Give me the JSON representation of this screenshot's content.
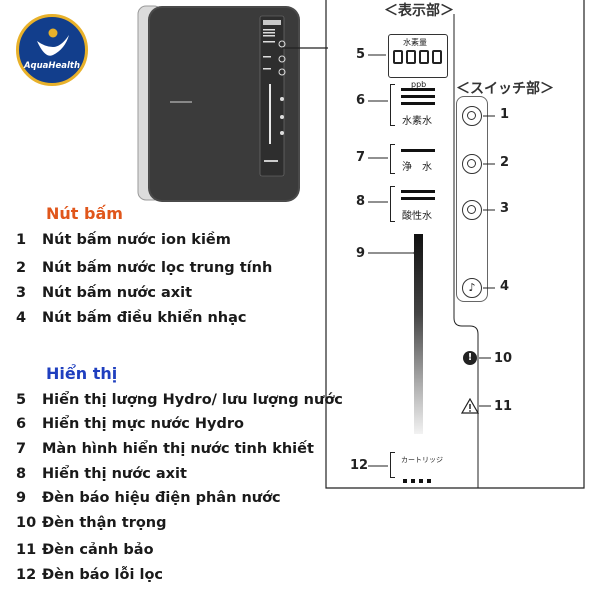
{
  "logo": {
    "text": "AquaHealth"
  },
  "legend": {
    "buttons_title": "Nút bấm",
    "buttons": [
      {
        "num": "1",
        "label": "Nút bấm nước ion kiềm"
      },
      {
        "num": "2",
        "label": "Nút bấm nước lọc trung tính"
      },
      {
        "num": "3",
        "label": "Nút bấm nước axit"
      },
      {
        "num": "4",
        "label": "Nút bấm điều khiển nhạc"
      }
    ],
    "display_title": "Hiển thị",
    "display": [
      {
        "num": "5",
        "label": "Hiển thị lượng Hydro/ lưu lượng nước"
      },
      {
        "num": "6",
        "label": "Hiển thị mực nước Hydro"
      },
      {
        "num": "7",
        "label": "Màn hình hiển thị nước tinh khiết"
      },
      {
        "num": "8",
        "label": "Hiển thị nước axit"
      },
      {
        "num": "9",
        "label": "Đèn báo hiệu điện phân nước"
      },
      {
        "num": "10",
        "label": "Đèn thận trọng"
      },
      {
        "num": "11",
        "label": "Đèn cảnh bảo"
      },
      {
        "num": "12",
        "label": "Đèn báo lỗi lọc"
      }
    ],
    "colors": {
      "buttons_title": "#e0561b",
      "display_title": "#1f3fbf"
    }
  },
  "panel": {
    "display_header": "＜表示部＞",
    "switch_header": "＜スイッチ部＞",
    "hydrogen_label": "水素量",
    "ppb_label": "ppb",
    "hydrogen_water": "水素水",
    "pure_water": "浄　水",
    "acidic_water": "酸性水",
    "cartridge": "カートリッジ",
    "callouts": [
      "1",
      "2",
      "3",
      "4",
      "5",
      "6",
      "7",
      "8",
      "9",
      "10",
      "11",
      "12"
    ]
  }
}
